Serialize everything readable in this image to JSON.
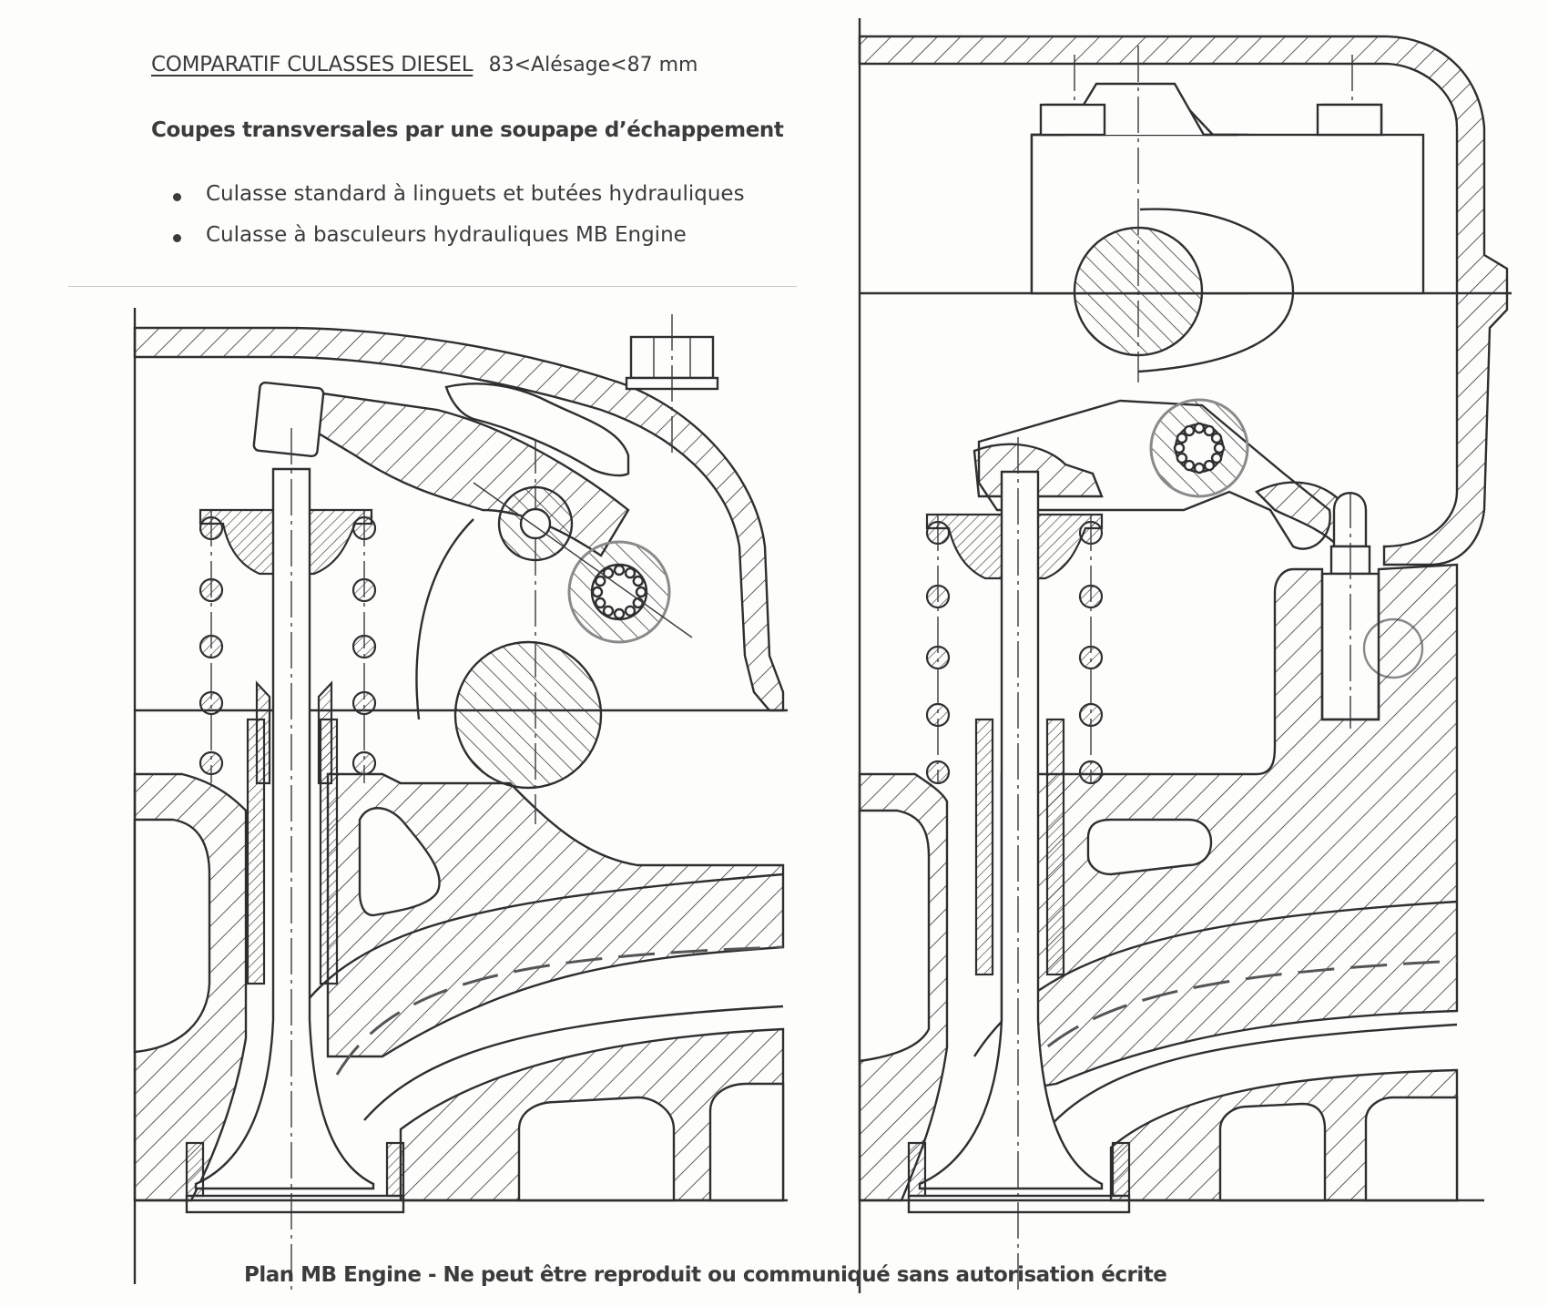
{
  "document": {
    "title": "COMPARATIF CULASSES DIESEL",
    "bore_range": "83<Alésage<87 mm",
    "subtitle": "Coupes transversales par une soupape d’échappement",
    "bullets": [
      "Culasse standard à linguets et butées hydrauliques",
      "Culasse à basculeurs hydrauliques MB Engine"
    ],
    "footer": "Plan MB Engine - Ne peut être reproduit ou communiqué sans  autorisation écrite"
  },
  "drawings": [
    {
      "id": "left",
      "name": "standard-cylinder-head-section",
      "description": "Culasse standard à linguets et butées hydrauliques"
    },
    {
      "id": "right",
      "name": "mb-engine-cylinder-head-section",
      "description": "Culasse à basculeurs hydrauliques MB Engine"
    }
  ],
  "colors": {
    "ink": "#2f2f2f",
    "paper": "#fdfdfc",
    "text": "#3b3b3b"
  }
}
